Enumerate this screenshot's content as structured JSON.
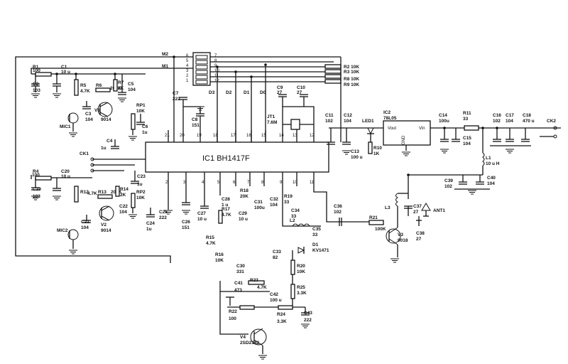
{
  "ic1": {
    "name": "IC1",
    "part": "BH1417F",
    "top_pins": [
      "21",
      "20",
      "19",
      "18",
      "17",
      "16",
      "15",
      "14",
      "13",
      "12"
    ],
    "bottom_pins": [
      "2",
      "3",
      "4",
      "5",
      "6",
      "7",
      "8",
      "9",
      "10",
      "11"
    ]
  },
  "ic2": {
    "name": "IC2",
    "part": "78L05",
    "vin": "Vin",
    "gnd": "GND",
    "vout": "Vout"
  },
  "switch": {
    "m2": "M2",
    "m1": "M1",
    "left_pins": [
      "6",
      "5",
      "4",
      "3",
      "2",
      "1"
    ],
    "right_pins": [
      "7",
      "8",
      "9",
      "10",
      "11",
      "12"
    ]
  },
  "data_lines": [
    "D3",
    "D2",
    "D1",
    "D0"
  ],
  "right_resistors": [
    {
      "name": "R2",
      "value": "10K"
    },
    {
      "name": "R3",
      "value": "10K"
    },
    {
      "name": "R8",
      "value": "10K"
    },
    {
      "name": "R9",
      "value": "10K"
    }
  ],
  "labels": {
    "r1": {
      "n": "R1",
      "v": "100"
    },
    "c1": {
      "n": "C1",
      "v": "10 u"
    },
    "c2": {
      "n": "C2",
      "v": "103"
    },
    "r5": {
      "n": "R5",
      "v": "4.7K"
    },
    "r6": {
      "n": "R6",
      "v": "200K"
    },
    "r7": {
      "n": "R7",
      "v": "2K"
    },
    "c5": {
      "n": "C5",
      "v": "104"
    },
    "c3": {
      "n": "C3",
      "v": "104"
    },
    "v1": {
      "n": "V1",
      "v": "9014"
    },
    "rp1": {
      "n": "RP1",
      "v": "10K"
    },
    "c6": {
      "n": "C6",
      "v": "1u"
    },
    "c4": {
      "n": "C4",
      "v": "1u"
    },
    "mic1": "MIC1",
    "mic2": "MIC2",
    "ck1": "CK1",
    "r4": {
      "n": "R4",
      "v": "100"
    },
    "c20": {
      "n": "C20",
      "v": "10 u"
    },
    "c19": {
      "n": "C19",
      "v": "103"
    },
    "r12": {
      "n": "R12",
      "v": "4.7K"
    },
    "r13": {
      "n": "R13",
      "v": "200K"
    },
    "r14": {
      "n": "R14",
      "v": "2K"
    },
    "c22": {
      "n": "C22",
      "v": "104"
    },
    "c21": {
      "n": "C21",
      "v": "104"
    },
    "v2": {
      "n": "V2",
      "v": "9014"
    },
    "rp2": {
      "n": "RP2",
      "v": "10K"
    },
    "c23": {
      "n": "C23",
      "v": "1u"
    },
    "c24": {
      "n": "C24",
      "v": "1u"
    },
    "c7": {
      "n": "C7",
      "v": "222"
    },
    "c8": {
      "n": "C8",
      "v": "151"
    },
    "c9": {
      "n": "C9",
      "v": "27"
    },
    "c10": {
      "n": "C10",
      "v": "27"
    },
    "jt1": {
      "n": "JT1",
      "v": "7.6M"
    },
    "c11": {
      "n": "C11",
      "v": "102"
    },
    "c12": {
      "n": "C12",
      "v": "104"
    },
    "c13": {
      "n": "C13",
      "v": "100 u"
    },
    "led1": "LED1",
    "r10": {
      "n": "R10",
      "v": "1K"
    },
    "c14": {
      "n": "C14",
      "v": "100u"
    },
    "c15": {
      "n": "C15",
      "v": "104"
    },
    "r11": {
      "n": "R11",
      "v": "33"
    },
    "c16": {
      "n": "C16",
      "v": "102"
    },
    "c17": {
      "n": "C17",
      "v": "104"
    },
    "c18": {
      "n": "C18",
      "v": "470 u"
    },
    "ck2": "CK2",
    "l1": {
      "n": "L1",
      "v": "10 u H"
    },
    "c39": {
      "n": "C39",
      "v": "102"
    },
    "c40": {
      "n": "C40",
      "v": "104"
    },
    "c25": {
      "n": "C25",
      "v": "222"
    },
    "c26": {
      "n": "C26",
      "v": "151"
    },
    "c27": {
      "n": "C27",
      "v": "10 u"
    },
    "c28": {
      "n": "C28",
      "v": "1 u"
    },
    "r18": {
      "n": "R18",
      "v": "20K"
    },
    "r17": {
      "n": "R17",
      "v": "4.7K"
    },
    "c29": {
      "n": "C29",
      "v": "10 u"
    },
    "c31": {
      "n": "C31",
      "v": "100u"
    },
    "c32": {
      "n": "C32",
      "v": "104"
    },
    "r19": {
      "n": "R19",
      "v": "33"
    },
    "c34": {
      "n": "C34",
      "v": "33"
    },
    "c36": {
      "n": "C36",
      "v": "102"
    },
    "r15": {
      "n": "R15",
      "v": "4.7K"
    },
    "r16": {
      "n": "R16",
      "v": "10K"
    },
    "c30": {
      "n": "C30",
      "v": "331"
    },
    "l2": "L2",
    "c35": {
      "n": "C35",
      "v": "33"
    },
    "c33": {
      "n": "C33",
      "v": "82"
    },
    "d1": {
      "n": "D1",
      "v": "KV1471"
    },
    "r20": {
      "n": "R20",
      "v": "10K"
    },
    "r25": {
      "n": "R25",
      "v": "3.3K"
    },
    "r21": {
      "n": "R21",
      "v": "100K"
    },
    "v3": {
      "n": "V3",
      "v": "9018"
    },
    "l3": "L3",
    "c37": {
      "n": "C37",
      "v": "27"
    },
    "c38": {
      "n": "C38",
      "v": "27"
    },
    "ant1": "ANT1",
    "c41": {
      "n": "C41",
      "v": "473"
    },
    "r23": {
      "n": "R23",
      "v": "4.7K"
    },
    "c42": {
      "n": "C42",
      "v": "100 u"
    },
    "r22": {
      "n": "R22",
      "v": "100"
    },
    "r24": {
      "n": "R24",
      "v": "3.3K"
    },
    "c43": {
      "n": "C43",
      "v": "222"
    },
    "v4": {
      "n": "V4",
      "v": "2SD2142"
    }
  }
}
